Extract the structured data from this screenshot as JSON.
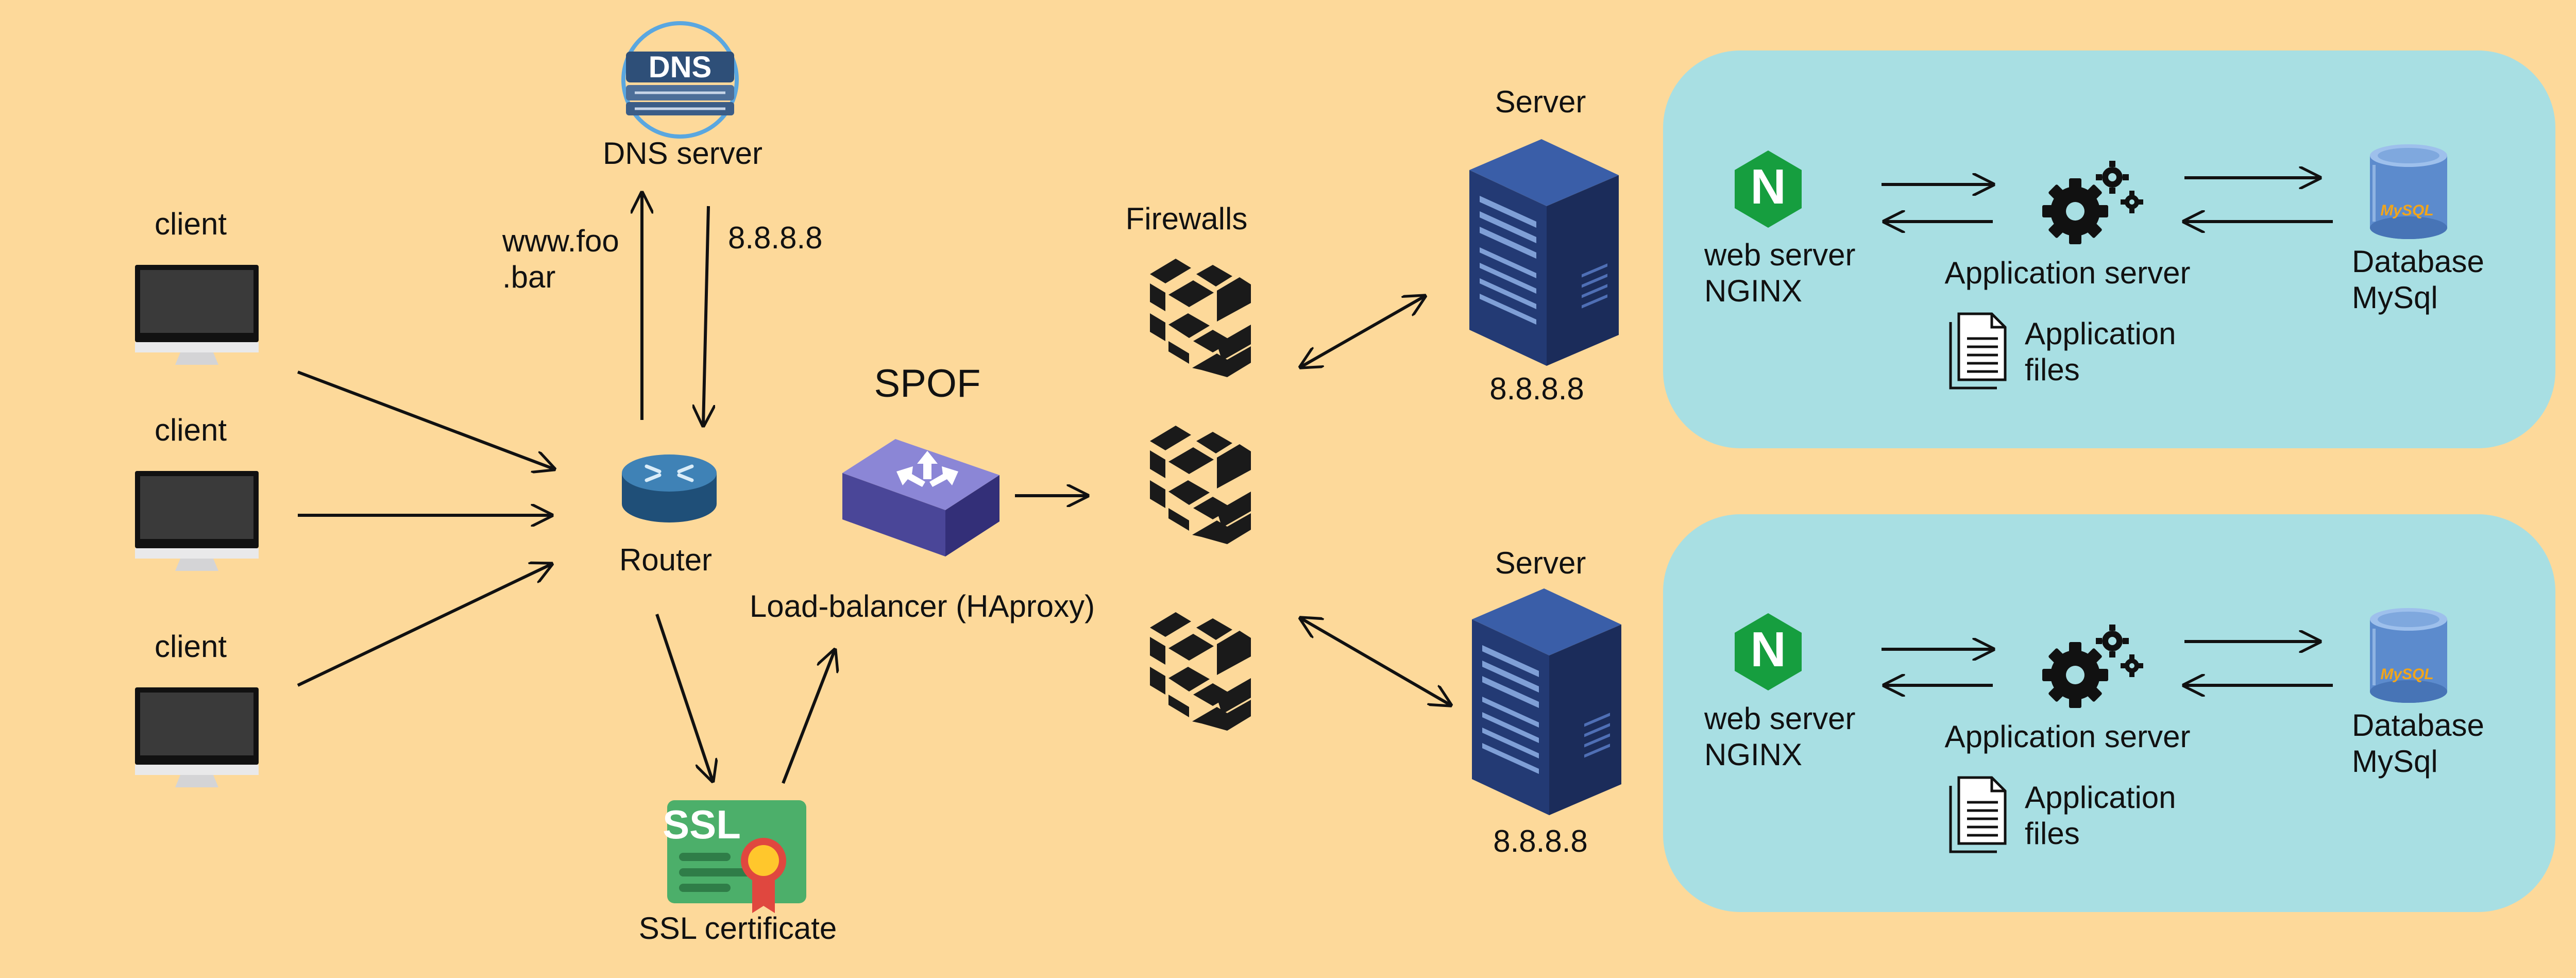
{
  "clients": {
    "label": "client"
  },
  "dns": {
    "badge": "DNS",
    "label": "DNS server",
    "query_line1": "www.foo",
    "query_line2": ".bar",
    "answer": "8.8.8.8"
  },
  "router": {
    "label": "Router"
  },
  "ssl": {
    "badge": "SSL",
    "label": "SSL certificate"
  },
  "load_balancer": {
    "spof": "SPOF",
    "label": "Load-balancer (HAproxy)"
  },
  "firewalls": {
    "label": "Firewalls"
  },
  "servers": [
    {
      "title": "Server",
      "ip": "8.8.8.8",
      "web_line1": "web server",
      "web_line2": "NGINX",
      "app": "Application server",
      "files_line1": "Application",
      "files_line2": "files",
      "db_line1": "Database",
      "db_line2": "MySql"
    },
    {
      "title": "Server",
      "ip": "8.8.8.8",
      "web_line1": "web server",
      "web_line2": "NGINX",
      "app": "Application server",
      "files_line1": "Application",
      "files_line2": "files",
      "db_line1": "Database",
      "db_line2": "MySql"
    }
  ],
  "icons": {
    "nginx_letter": "N",
    "mysql_logo": "MySQL"
  },
  "colors": {
    "background": "#fdd99a",
    "server_panel": "#a8dfe3",
    "nginx_green": "#169e3f",
    "server_navy": "#243a6e",
    "ssl_green": "#4caf6a",
    "router_blue": "#2d6a96"
  }
}
